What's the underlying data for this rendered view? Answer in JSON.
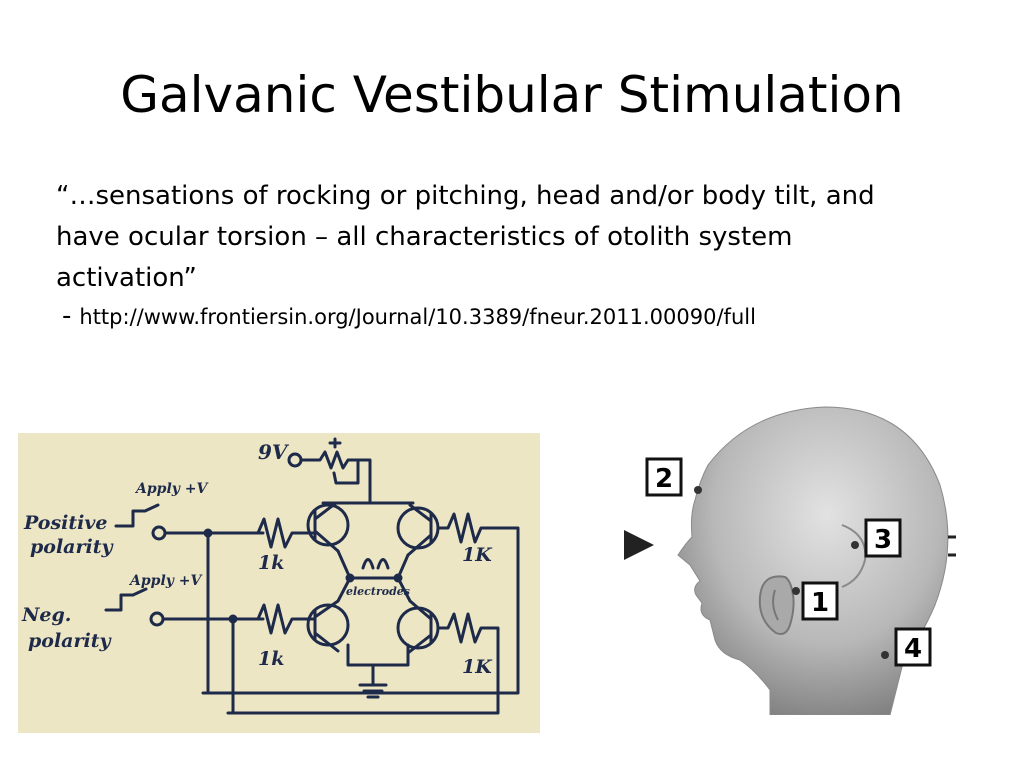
{
  "slide": {
    "title": "Galvanic Vestibular Stimulation",
    "quote_lines": [
      "“…sensations of rocking or pitching, head and/or body tilt, and",
      "have ocular torsion – all characteristics of otolith system",
      "activation”"
    ],
    "citation_dash": "-",
    "citation_url": "http://www.frontiersin.org/Journal/10.3389/fneur.2011.00090/full"
  },
  "circuit_diagram": {
    "background": "#ece6c4",
    "ink": "#1e2a4a",
    "labels": {
      "supply": "9V",
      "apply_top": "Apply +V",
      "apply_bottom": "Apply +V",
      "positive": [
        "Positive",
        "polarity"
      ],
      "negative": [
        "Neg.",
        "polarity"
      ],
      "resistor_tl": "1k",
      "resistor_tr": "1K",
      "resistor_bl": "1k",
      "resistor_br": "1K",
      "electrodes": "electrodes"
    }
  },
  "head_figure": {
    "markers": [
      "2",
      "3",
      "1",
      "4"
    ]
  }
}
